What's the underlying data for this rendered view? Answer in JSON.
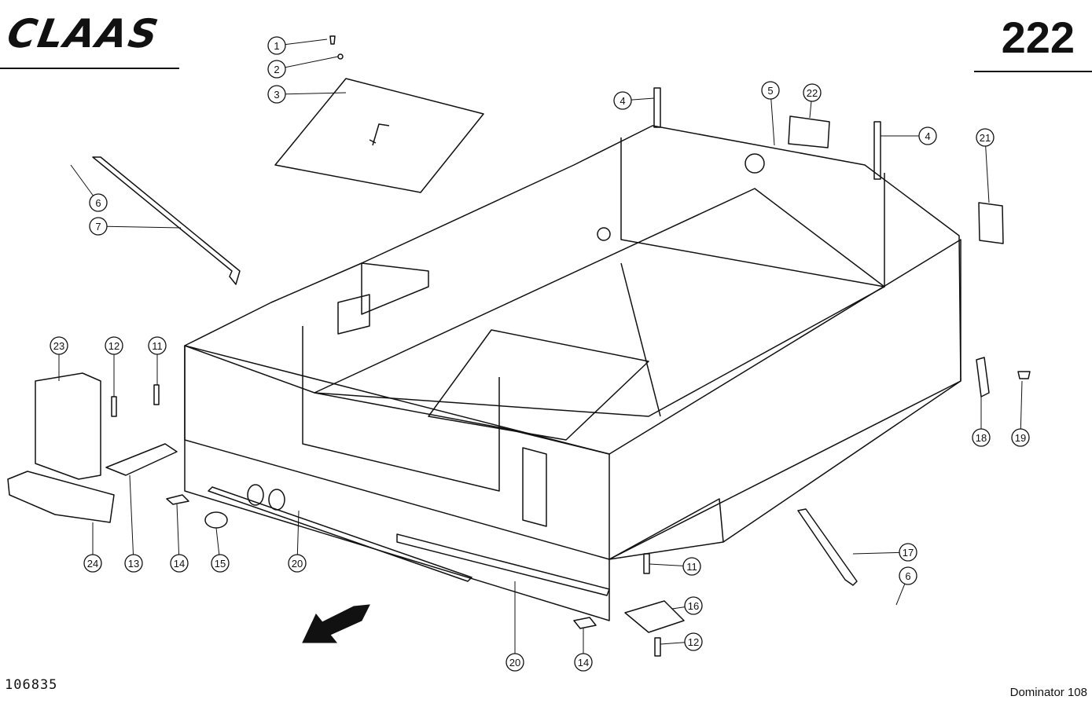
{
  "header": {
    "brand": "CLAAS",
    "page_number": "222"
  },
  "footer": {
    "drawing_number": "106835",
    "model": "Dominator 108"
  },
  "callouts": [
    {
      "id": "c1",
      "label": "1"
    },
    {
      "id": "c2",
      "label": "2"
    },
    {
      "id": "c3",
      "label": "3"
    },
    {
      "id": "c4a",
      "label": "4"
    },
    {
      "id": "c5",
      "label": "5"
    },
    {
      "id": "c22",
      "label": "22"
    },
    {
      "id": "c4b",
      "label": "4"
    },
    {
      "id": "c21",
      "label": "21"
    },
    {
      "id": "c6a",
      "label": "6"
    },
    {
      "id": "c7",
      "label": "7"
    },
    {
      "id": "c23",
      "label": "23"
    },
    {
      "id": "c12a",
      "label": "12"
    },
    {
      "id": "c11a",
      "label": "11"
    },
    {
      "id": "c18",
      "label": "18"
    },
    {
      "id": "c19",
      "label": "19"
    },
    {
      "id": "c24",
      "label": "24"
    },
    {
      "id": "c13",
      "label": "13"
    },
    {
      "id": "c14a",
      "label": "14"
    },
    {
      "id": "c15",
      "label": "15"
    },
    {
      "id": "c20a",
      "label": "20"
    },
    {
      "id": "c17",
      "label": "17"
    },
    {
      "id": "c11b",
      "label": "11"
    },
    {
      "id": "c6b",
      "label": "6"
    },
    {
      "id": "c16",
      "label": "16"
    },
    {
      "id": "c12b",
      "label": "12"
    },
    {
      "id": "c20b",
      "label": "20"
    },
    {
      "id": "c14b",
      "label": "14"
    }
  ]
}
